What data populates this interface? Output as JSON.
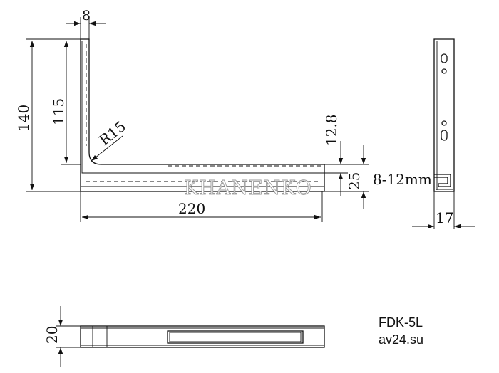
{
  "dimensions": {
    "thickness": "8",
    "overall_height": "140",
    "inner_height": "115",
    "radius": "R15",
    "length": "220",
    "hole_offset": "12.8",
    "profile_height": "25",
    "wall_range": "8-12mm",
    "side_width": "17",
    "top_width": "20"
  },
  "watermark": "KHANENKO",
  "caption": {
    "model": "FDK-5L",
    "site": "av24.su"
  }
}
